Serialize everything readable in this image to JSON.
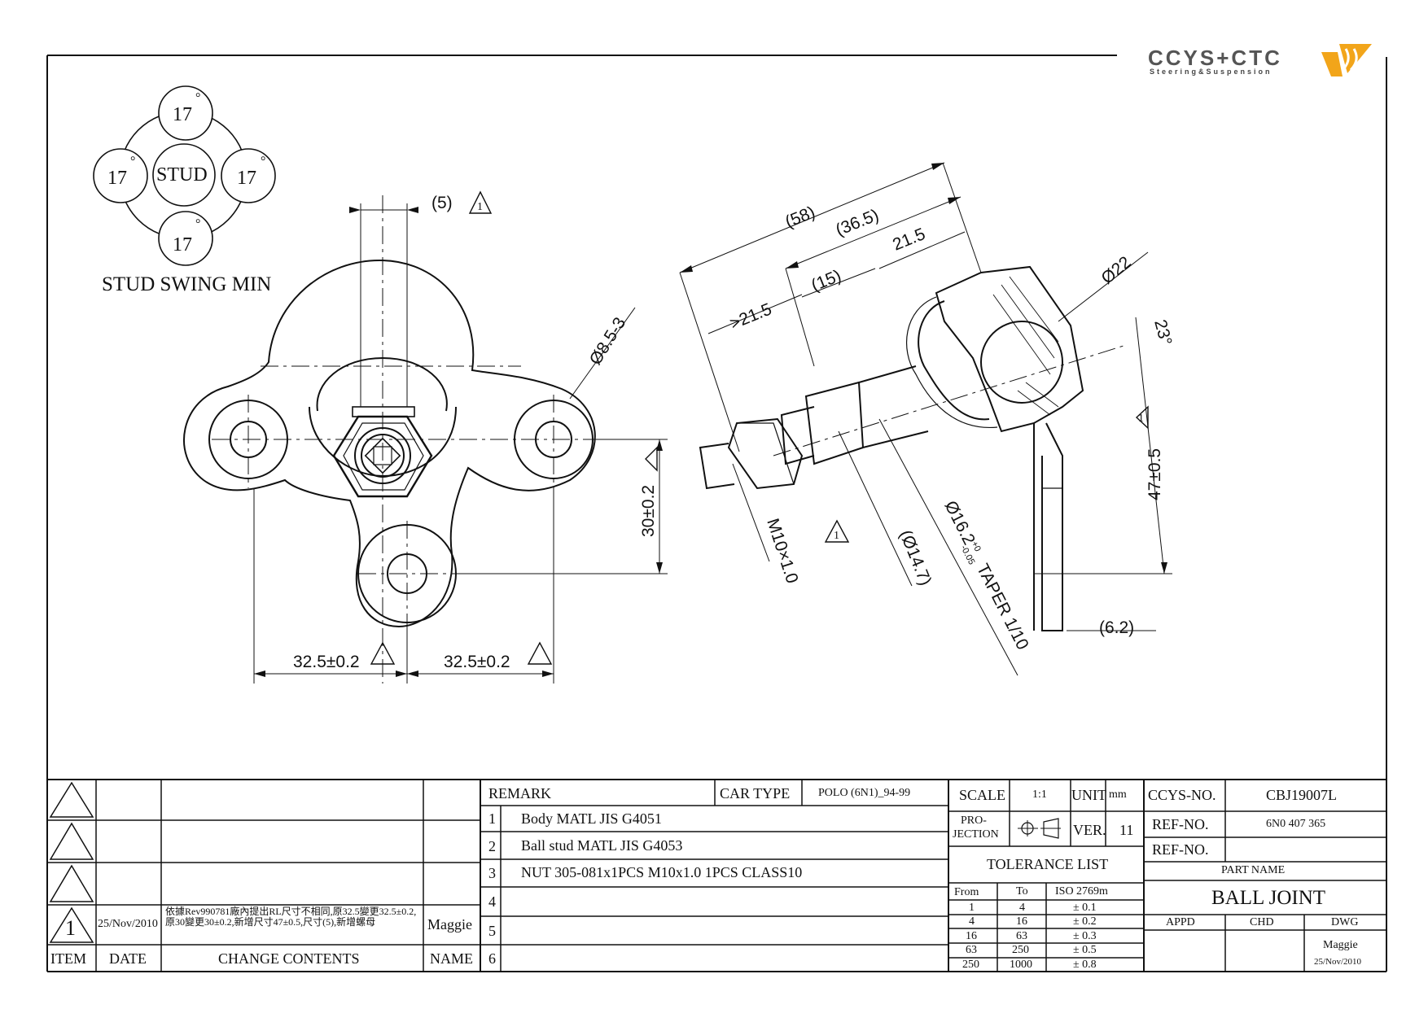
{
  "logo": {
    "name": "CCYS+CTC",
    "tagline": "Steering&Suspension"
  },
  "stud_swing": {
    "title": "STUD SWING MIN",
    "center": "STUD",
    "top": "17",
    "left": "17",
    "right": "17",
    "bottom": "17",
    "degree_mark": "°"
  },
  "front_view": {
    "dim_top": "(5)",
    "dim_hole": "Ø8.5-3",
    "dim_vertical": "30±0.2",
    "dim_left": "32.5±0.2",
    "dim_right": "32.5±0.2",
    "revision_mark": "1"
  },
  "side_view": {
    "dim_58": "(58)",
    "dim_36_5": "(36.5)",
    "dim_21_5_top": "21.5",
    "dim_15": "(15)",
    "dim_21_5_left": ">21.5",
    "dim_phi22": "Ø22",
    "dim_23deg": "23°",
    "dim_47": "47±0.5",
    "dim_6_2": "(6.2)",
    "dim_thread": "M10×1.0",
    "dim_14_7": "(Ø14.7)",
    "dim_taper": "Ø16.2",
    "dim_taper_tol_upper": "+0",
    "dim_taper_tol_lower": "-0.05",
    "dim_taper_suffix": "TAPER 1/10",
    "revision_mark": "1"
  },
  "revision_table": {
    "rows": [
      {
        "item": "",
        "date": "",
        "contents": "",
        "name": ""
      },
      {
        "item": "",
        "date": "",
        "contents": "",
        "name": ""
      },
      {
        "item": "",
        "date": "",
        "contents": "",
        "name": ""
      },
      {
        "item": "1",
        "date": "25/Nov/2010",
        "contents": "依據Rev990781廠內提出RL尺寸不相同,原32.5變更32.5±0.2,原30變更30±0.2,新增尺寸47±0.5,尺寸(5),新增螺母",
        "name": "Maggie"
      }
    ],
    "header": {
      "item": "ITEM",
      "date": "DATE",
      "contents": "CHANGE CONTENTS",
      "name": "NAME"
    }
  },
  "remarks": {
    "header": "REMARK",
    "car_type_label": "CAR TYPE",
    "car_type": "POLO (6N1)_94-99",
    "rows": [
      {
        "no": "1",
        "text": "Body MATL JIS G4051"
      },
      {
        "no": "2",
        "text": "Ball stud MATL JIS G4053"
      },
      {
        "no": "3",
        "text": "NUT 305-081x1PCS  M10x1.0 1PCS CLASS10"
      },
      {
        "no": "4",
        "text": ""
      },
      {
        "no": "5",
        "text": ""
      },
      {
        "no": "6",
        "text": ""
      }
    ]
  },
  "spec": {
    "scale_label": "SCALE",
    "scale": "1:1",
    "unit_label": "UNIT",
    "unit": "mm",
    "projection_label_1": "PRO-",
    "projection_label_2": "JECTION",
    "ver_label": "VER.",
    "ver": "11",
    "tolerance_title": "TOLERANCE LIST",
    "tol_headers": {
      "from": "From",
      "to": "To",
      "std": "ISO 2769m"
    },
    "tolerances": [
      {
        "from": "1",
        "to": "4",
        "tol": "± 0.1"
      },
      {
        "from": "4",
        "to": "16",
        "tol": "± 0.2"
      },
      {
        "from": "16",
        "to": "63",
        "tol": "± 0.3"
      },
      {
        "from": "63",
        "to": "250",
        "tol": "± 0.5"
      },
      {
        "from": "250",
        "to": "1000",
        "tol": "± 0.8"
      }
    ]
  },
  "part": {
    "ccys_label": "CCYS-NO.",
    "ccys_no": "CBJ19007L",
    "ref_label_1": "REF-NO.",
    "ref_no_1": "6N0 407 365",
    "ref_label_2": "REF-NO.",
    "ref_no_2": "",
    "part_name_label": "PART NAME",
    "part_name": "BALL JOINT",
    "appd_label": "APPD",
    "chd_label": "CHD",
    "dwg_label": "DWG",
    "dwg_name": "Maggie",
    "dwg_date": "25/Nov/2010"
  }
}
